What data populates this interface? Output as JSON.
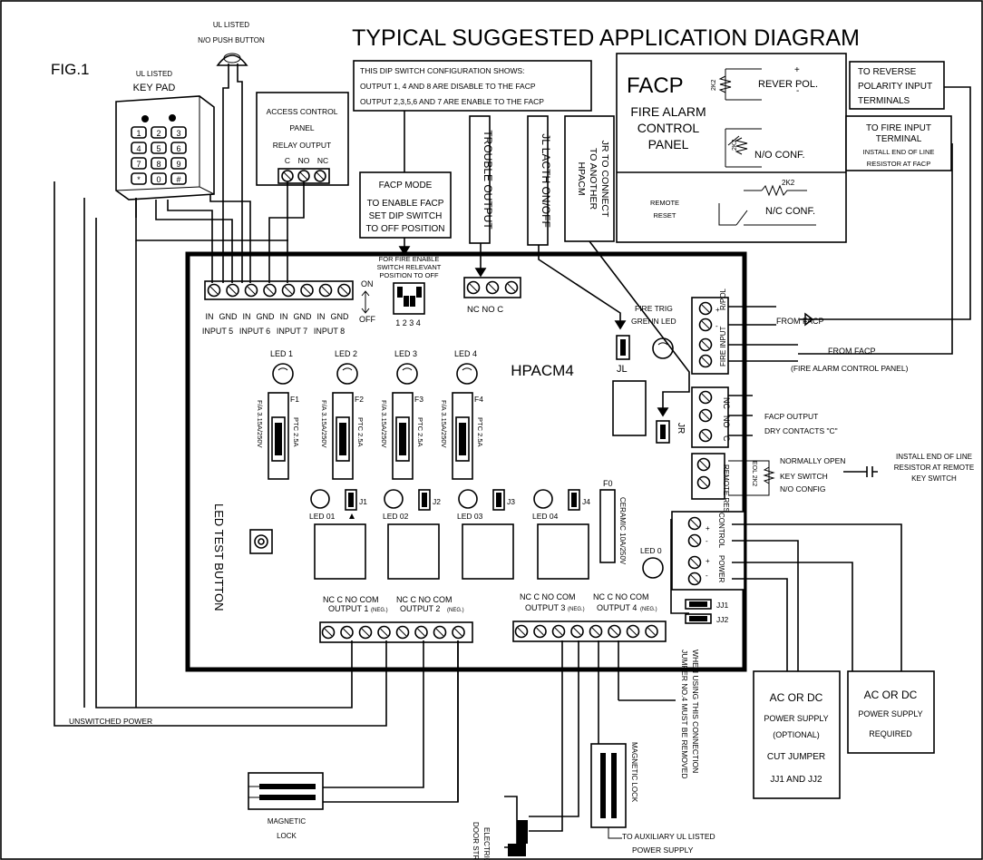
{
  "title": "TYPICAL SUGGESTED APPLICATION DIAGRAM",
  "fig": "FIG.1",
  "keypad": {
    "line1": "UL LISTED",
    "line2": "KEY PAD",
    "keys": [
      "1",
      "2",
      "3",
      "4",
      "5",
      "6",
      "7",
      "8",
      "9",
      "*",
      "0",
      "#"
    ]
  },
  "push_button": {
    "line1": "UL LISTED",
    "line2": "N/O PUSH BUTTON"
  },
  "access_panel": {
    "line1": "ACCESS CONTROL",
    "line2": "PANEL",
    "line3": "RELAY OUTPUT",
    "c": "C",
    "no": "NO",
    "nc": "NC"
  },
  "dip_note": {
    "line1": "THIS DIP SWITCH CONFIGURATION SHOWS:",
    "line2": "OUTPUT 1, 4 AND 8 ARE DISABLE TO THE FACP",
    "line3": "OUTPUT 2,3,5,6 AND 7 ARE ENABLE TO THE FACP"
  },
  "facp_mode": {
    "line1": "FACP MODE",
    "line2": "TO ENABLE FACP",
    "line3": "SET DIP SWITCH",
    "line4": "TO OFF POSITION"
  },
  "trouble_output": "TROUBLE OUTPUT",
  "jl_latch": "JL LACTH ON/OFF",
  "jr_connect": {
    "line1": "JR TO CONNECT",
    "line2": "TO ANOTHER",
    "line3": "HPACM"
  },
  "facp_box": {
    "title": "FACP",
    "line1": "FIRE ALARM",
    "line2": "CONTROL",
    "line3": "PANEL",
    "rever": "REVER POL.",
    "no_conf": "N/O CONF.",
    "nc_conf": "N/C CONF.",
    "remote1": "REMOTE",
    "remote2": "RESET",
    "r1": "2K2",
    "r2": "2K2",
    "r3": "2K2",
    "plus": "+",
    "minus": "-"
  },
  "reverse_note": {
    "line1": "TO REVERSE",
    "line2": "POLARITY INPUT",
    "line3": "TERMINALS"
  },
  "fire_input_note": {
    "line1": "TO FIRE INPUT",
    "line2": "TERMINAL",
    "line3": "INSTALL END OF LINE",
    "line4": "RESISTOR AT FACP"
  },
  "board": {
    "name": "HPACM4",
    "for_fire": {
      "line1": "FOR FIRE ENABLE",
      "line2": "SWITCH RELEVANT",
      "line3": "POSITION TO OFF"
    },
    "dip_nums": "1 2 3 4",
    "on": "ON",
    "off": "OFF",
    "inputs_top": [
      "IN",
      "GND",
      "IN",
      "GND",
      "IN",
      "GND",
      "IN",
      "GND"
    ],
    "inputs_bottom": [
      "INPUT 5",
      "INPUT 6",
      "INPUT 7",
      "INPUT 8"
    ],
    "trouble_terms": "NC NO  C",
    "fire_trig": "FIRE TRIG",
    "green_led": "GRENN LED",
    "jl": "JL",
    "jr": "JR",
    "leds": [
      "LED 1",
      "LED 2",
      "LED 3",
      "LED 4"
    ],
    "fuses": [
      "F1",
      "F2",
      "F3",
      "F4"
    ],
    "fuse_rating": "F/A 3.15A/250V",
    "ptc": "PTC 2.5A",
    "relay_leds": [
      "LED 01",
      "LED 02",
      "LED 03",
      "LED 04"
    ],
    "jumpers": [
      "J1",
      "J2",
      "J3",
      "J4"
    ],
    "f0": "F0",
    "ceramic": "CERAMIC 10A/250V",
    "led0": "LED 0",
    "led_test": "LED TEST BUTTON",
    "rpol": "R/POL",
    "fire_input": "FIRE INPUT",
    "nc": "NC",
    "no": "NO",
    "c": "C",
    "facp_output1": "FACP OUTPUT",
    "facp_output2": "DRY CONTACTS \"C\"",
    "remote_reset": "REMOTE RESET",
    "eol": "EOL 2K2",
    "normally_open": "NORMALLY OPEN",
    "key_switch1": "KEY SWITCH",
    "key_switch2": "N/O CONFIG",
    "control": "CONTROL",
    "power": "POWER",
    "out_labels_a": "NC  C  NO COM",
    "neg": "(NEG.)",
    "output1": "OUTPUT 1",
    "output2": "OUTPUT 2",
    "output3": "OUTPUT 3",
    "output4": "OUTPUT 4",
    "jj1": "JJ1",
    "jj2": "JJ2"
  },
  "from_facp_1": "FROM FACP",
  "from_facp_2": "FROM FACP",
  "from_facp_2b": "(FIRE ALARM CONTROL PANEL)",
  "install_eol_remote": {
    "line1": "INSTALL END OF LINE",
    "line2": "RESISTOR AT REMOTE",
    "line3": "KEY SWITCH"
  },
  "power_optional": {
    "line1": "AC OR DC",
    "line2": "POWER SUPPLY",
    "line3": "(OPTIONAL)",
    "line4": "CUT JUMPER",
    "line5": "JJ1 AND JJ2"
  },
  "power_required": {
    "line1": "AC OR DC",
    "line2": "POWER SUPPLY",
    "line3": "REQUIRED"
  },
  "unswitched_power": "UNSWITCHED POWER",
  "magnetic_lock_1": {
    "line1": "MAGNETIC",
    "line2": "LOCK"
  },
  "door_strike": {
    "line1": "ELECTRIC",
    "line2": "DOOR STRIKE"
  },
  "magnetic_lock_2": "MAGNETIC LOCK",
  "jumper_note": {
    "line1": "WHEN USING THIS CONNECTION",
    "line2": "JUMPER NO.4 MUST BE REMOVED"
  },
  "aux_power": {
    "line1": "TO AUXILIARY UL LISTED",
    "line2": "POWER SUPPLY"
  }
}
